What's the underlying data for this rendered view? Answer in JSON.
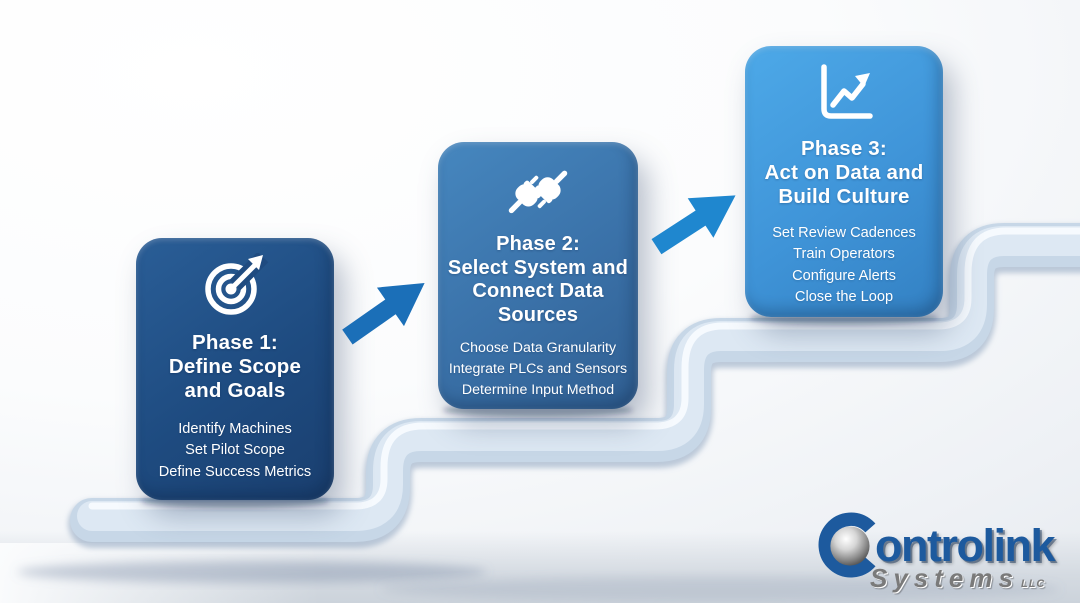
{
  "phases": [
    {
      "icon": "target-icon",
      "title_lines": [
        "Phase 1:",
        "Define Scope",
        "and Goals"
      ],
      "items": [
        "Identify Machines",
        "Set Pilot Scope",
        "Define Success Metrics"
      ],
      "card_color": "#1f4b80"
    },
    {
      "icon": "plug-icon",
      "title_lines": [
        "Phase 2:",
        "Select System and",
        "Connect Data",
        "Sources"
      ],
      "items": [
        "Choose Data Granularity",
        "Integrate PLCs and Sensors",
        "Determine Input Method"
      ],
      "card_color": "#3a71a8"
    },
    {
      "icon": "chart-icon",
      "title_lines": [
        "Phase 3:",
        "Act on Data and",
        "Build Culture"
      ],
      "items": [
        "Set Review Cadences",
        "Train Operators",
        "Configure Alerts",
        "Close the Loop"
      ],
      "card_color": "#3f94d8"
    }
  ],
  "arrows": [
    {
      "name": "arrow-1",
      "color": "#1b6fb8"
    },
    {
      "name": "arrow-2",
      "color": "#1f87cf"
    }
  ],
  "logo": {
    "name": "Controlink",
    "name_rest": "ontrolink",
    "line2": "Systems",
    "suffix": "LLC",
    "brand_blue": "#1d5a9e",
    "text_gray": "#7a7a7a"
  },
  "scene": {
    "stair_fill": "#c7d7e7",
    "stair_highlight": "#e9f1f9",
    "wall_color": "#f6f8fa",
    "floor_color": "#d0d6de"
  }
}
